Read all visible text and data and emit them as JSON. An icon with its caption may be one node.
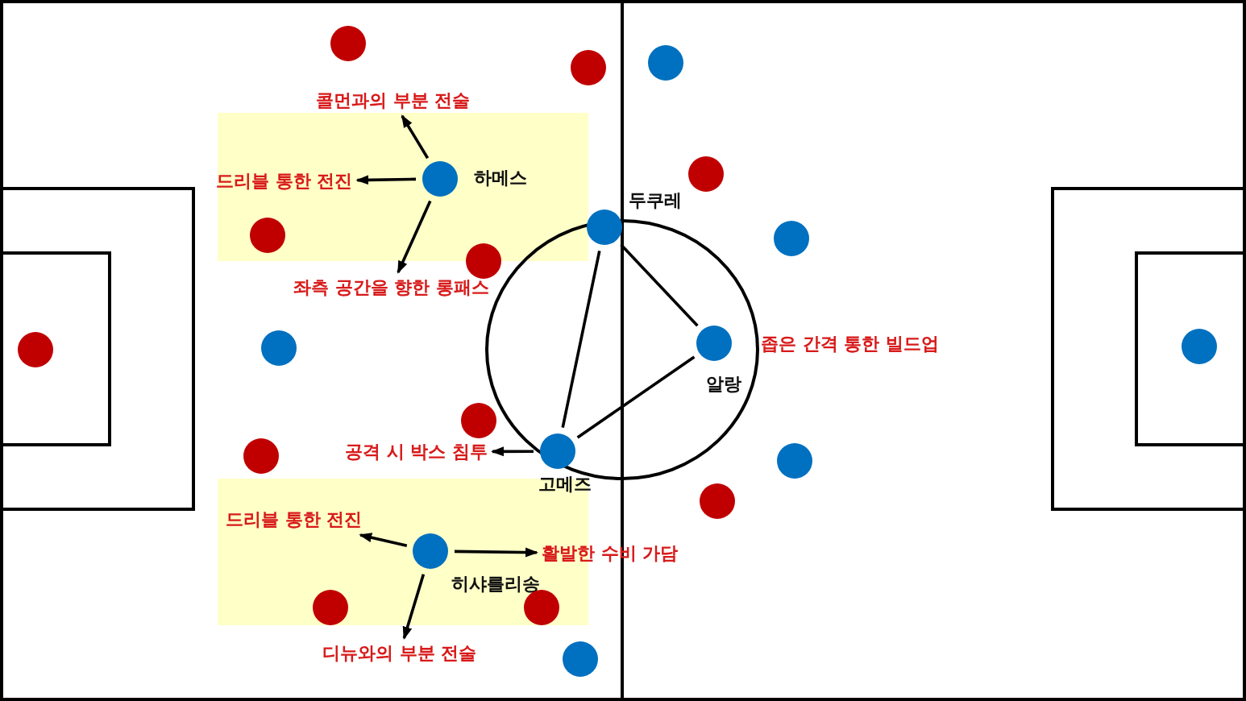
{
  "diagram": {
    "nodes": [
      {
        "text": [
          "하메스"
        ]
      },
      {
        "text": [
          "콜먼과의 부분 전술"
        ]
      },
      {
        "text": [
          "드리블 통한 전진"
        ]
      },
      {
        "text": [
          "좌측 공간을 향한 롱패스"
        ]
      },
      {
        "text": [
          "두쿠레"
        ]
      },
      {
        "text": [
          "알랑"
        ]
      },
      {
        "text": [
          "고메즈"
        ]
      },
      {
        "text": [
          "공격 시 박스 침투"
        ]
      },
      {
        "text": [
          "히샤를리송"
        ]
      },
      {
        "text": [
          "드리블 통한 전진"
        ]
      },
      {
        "text": [
          "활발한 수비 가담"
        ]
      },
      {
        "text": [
          "디뉴와의 부분 전술"
        ]
      },
      {
        "text": [],
        "shape": "circle"
      },
      {
        "text": [],
        "shape": "circle"
      },
      {
        "text": [],
        "shape": "circle"
      },
      {
        "text": [],
        "shape": "circle"
      },
      {
        "text": [],
        "shape": "circle"
      },
      {
        "text": [],
        "shape": "circle"
      },
      {
        "text": [],
        "shape": "circle"
      },
      {
        "text": [],
        "shape": "circle"
      },
      {
        "text": [],
        "shape": "circle"
      },
      {
        "text": [],
        "shape": "circle"
      },
      {
        "text": [],
        "shape": "circle"
      },
      {
        "text": [],
        "shape": "circle"
      },
      {
        "text": [],
        "shape": "circle"
      },
      {
        "text": [],
        "shape": "circle"
      },
      {
        "text": [],
        "shape": "circle"
      },
      {
        "text": [],
        "shape": "circle"
      },
      {
        "text": [],
        "shape": "circle"
      }
    ],
    "edges": [
      {
        "from": 0,
        "to": 1,
        "arrow": "to"
      },
      {
        "from": 0,
        "to": 2,
        "arrow": "to"
      },
      {
        "from": 0,
        "to": 3,
        "arrow": "to"
      },
      {
        "from": 4,
        "to": 5,
        "arrow": "none"
      },
      {
        "from": 4,
        "to": 6,
        "arrow": "none"
      },
      {
        "from": 6,
        "to": 5,
        "arrow": "none"
      },
      {
        "from": 6,
        "to": 7,
        "arrow": "to"
      },
      {
        "from": 8,
        "to": 9,
        "arrow": "to"
      },
      {
        "from": 8,
        "to": 10,
        "arrow": "to"
      },
      {
        "from": 8,
        "to": 11,
        "arrow": "to"
      }
    ],
    "labels": [
      "좁은 간격 통한 빌드업"
    ]
  }
}
